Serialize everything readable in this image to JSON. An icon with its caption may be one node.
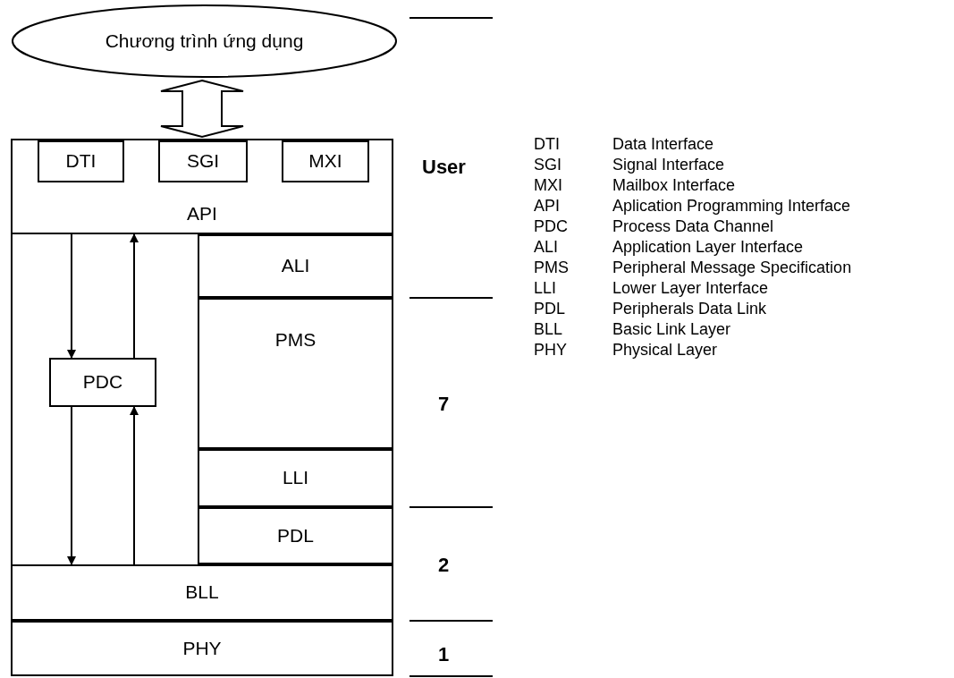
{
  "diagram": {
    "nodes": [
      {
        "text": [
          "Chương trình ứng dụng"
        ]
      },
      {
        "text": [
          "API"
        ]
      },
      {
        "text": [
          "DTI"
        ],
        "in": 1
      },
      {
        "text": [
          "SGI"
        ],
        "in": 1
      },
      {
        "text": [
          "MXI"
        ],
        "in": 1
      },
      {
        "text": [
          "ALI"
        ]
      },
      {
        "text": [
          "PDC"
        ]
      },
      {
        "text": [
          "PMS"
        ]
      },
      {
        "text": [
          "LLI"
        ]
      },
      {
        "text": [
          "PDL"
        ]
      },
      {
        "text": [
          "BLL"
        ]
      },
      {
        "text": [
          "PHY"
        ]
      }
    ],
    "edges": [
      {
        "from": 0,
        "to": 1,
        "arrow": "both",
        "style": "thick"
      },
      {
        "from": 1,
        "to": 6,
        "arrow": "to"
      },
      {
        "from": 6,
        "to": 1,
        "arrow": "to"
      },
      {
        "from": 6,
        "to": 10,
        "arrow": "to"
      },
      {
        "from": 10,
        "to": 6,
        "arrow": "to"
      }
    ],
    "labels": [
      "User",
      "7",
      "2",
      "1",
      "DTI",
      "Data Interface",
      "SGI",
      "Signal Interface",
      "MXI",
      "Mailbox Interface",
      "API",
      "Aplication Programming Interface",
      "PDC",
      "Process Data Channel",
      "ALI",
      "Application Layer Interface",
      "PMS",
      "Peripheral Message Specification",
      "LLI",
      "Lower Layer Interface",
      "PDL",
      "Peripherals Data Link",
      "BLL",
      "Basic Link Layer",
      "PHY",
      "Physical Layer"
    ]
  }
}
